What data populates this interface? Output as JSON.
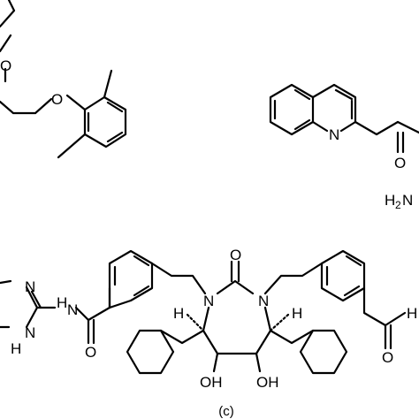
{
  "figure": {
    "panel_label": "(c)",
    "colors": {
      "ink": "#000000",
      "background": "#ffffff"
    },
    "atom_labels": {
      "o_top_left_a": "O",
      "o_top_left_b": "O",
      "n_quinoline": "N",
      "o_quinoline": "O",
      "h2n": "H",
      "h2n_sub": "2",
      "h2n_tail": "N",
      "n_triazole_1": "N",
      "n_triazole_2": "N",
      "nh_triazole": "H",
      "h_amide_left_a": "H",
      "n_amide_left": "N",
      "o_amide_left": "O",
      "o_urea": "O",
      "n_ring_left": "N",
      "n_ring_right": "N",
      "h_stereo_left": "H",
      "h_stereo_right": "H",
      "oh_left": "OH",
      "oh_right": "OH",
      "o_amide_right": "O",
      "hn_right": "H"
    }
  }
}
